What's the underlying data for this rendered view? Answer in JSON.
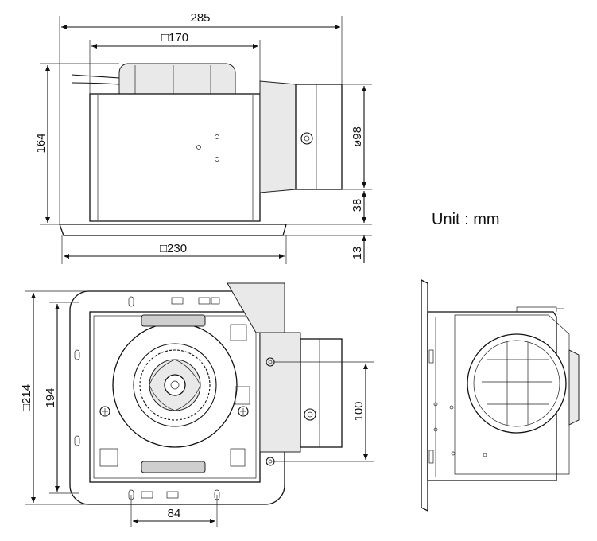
{
  "unit_label": "Unit : mm",
  "dimensions": {
    "overall_width": "285",
    "top_square": "□170",
    "height": "164",
    "duct_diameter": "ø98",
    "duct_offset": "38",
    "grille_thickness": "13",
    "grille_square": "□230",
    "bottom_square": "□214",
    "inner_height": "194",
    "duct_spacing": "100",
    "mount_spacing": "84"
  }
}
